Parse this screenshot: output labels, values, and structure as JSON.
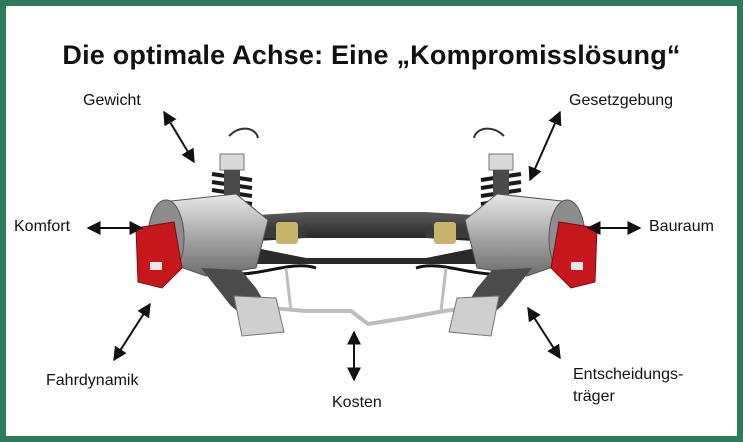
{
  "title": "Die optimale Achse: Eine „Kompromisslösung“",
  "labels": {
    "gewicht": "Gewicht",
    "komfort": "Komfort",
    "fahrdynamik": "Fahrdynamik",
    "kosten": "Kosten",
    "gesetzgebung": "Gesetzgebung",
    "bauraum": "Bauraum",
    "entscheidungstraeger": "Entscheidungs-\nträger"
  },
  "colors": {
    "frame": "#2f7a5d",
    "brake_caliper": "#c8161d",
    "arrow": "#111111"
  }
}
